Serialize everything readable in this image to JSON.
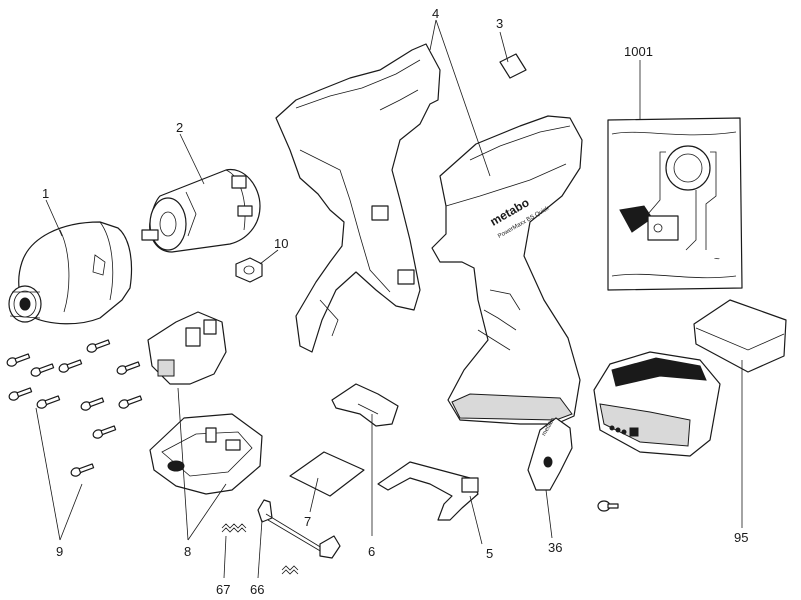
{
  "diagram": {
    "parts": [
      {
        "id": "p1",
        "label": "1"
      },
      {
        "id": "p2",
        "label": "2"
      },
      {
        "id": "p3",
        "label": "3"
      },
      {
        "id": "p4",
        "label": "4"
      },
      {
        "id": "p5",
        "label": "5"
      },
      {
        "id": "p6",
        "label": "6"
      },
      {
        "id": "p7",
        "label": "7"
      },
      {
        "id": "p8",
        "label": "8"
      },
      {
        "id": "p9",
        "label": "9"
      },
      {
        "id": "p10",
        "label": "10"
      },
      {
        "id": "p36",
        "label": "36"
      },
      {
        "id": "p66",
        "label": "66"
      },
      {
        "id": "p67",
        "label": "67"
      },
      {
        "id": "p95",
        "label": "95"
      },
      {
        "id": "p1001",
        "label": "1001"
      }
    ],
    "housing_brand": "metabo",
    "housing_model": "PowerMaxx BS Quick",
    "clip_brand": "metabo"
  }
}
